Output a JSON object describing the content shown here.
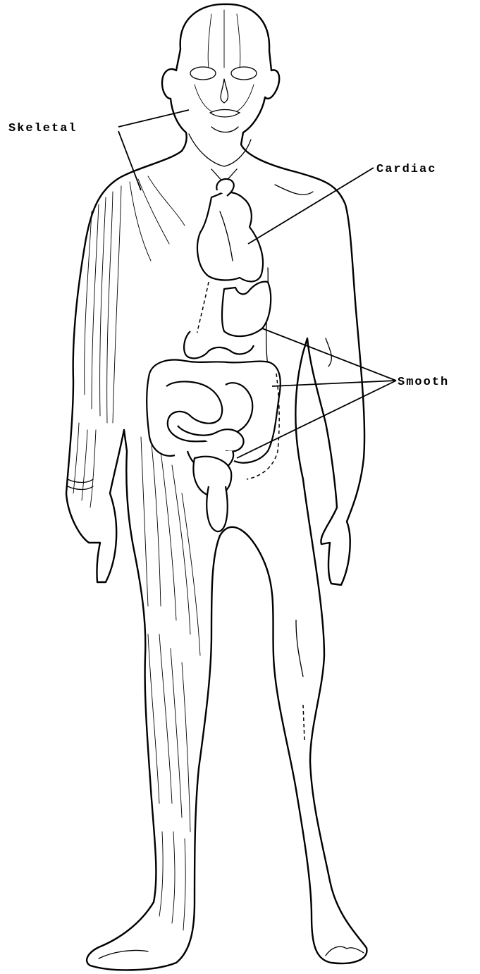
{
  "labels": {
    "skeletal": "Skeletal",
    "cardiac": "Cardiac",
    "smooth": "Smooth"
  }
}
